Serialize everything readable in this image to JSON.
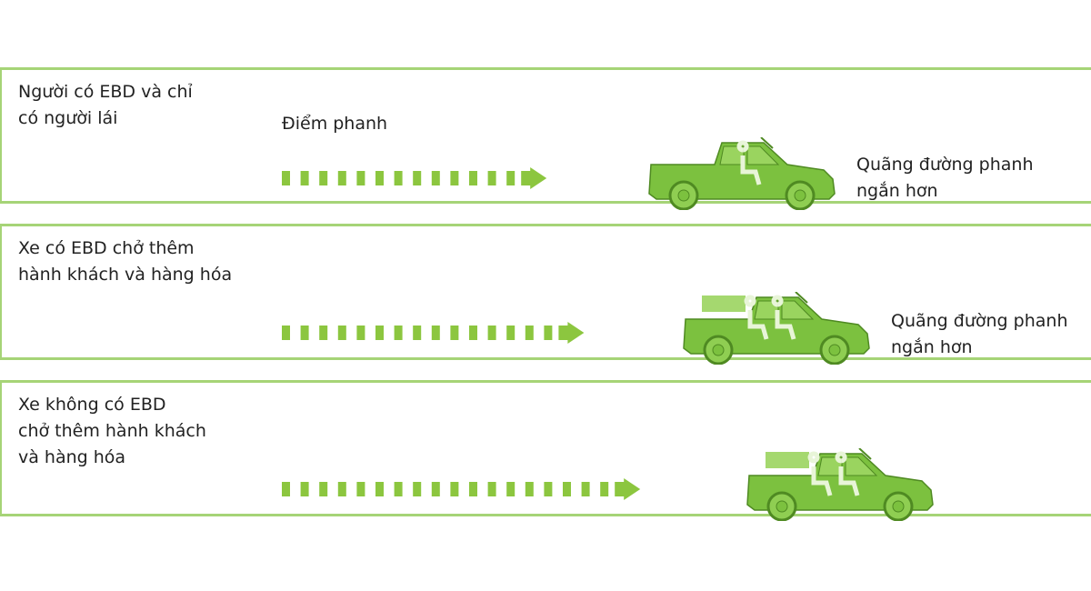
{
  "colors": {
    "line": "#a6d477",
    "arrow": "#8cc63f",
    "car": "#7cc13f",
    "car_dark": "#4f8a22"
  },
  "brake_point_label": "Điểm phanh",
  "rows": [
    {
      "label": "Người có EBD và chỉ\ncó người lái",
      "result": "Quãng đường phanh\nngắn hơn",
      "passengers": 1,
      "cargo": false,
      "dashes": 13
    },
    {
      "label": "Xe có EBD chở thêm\nhành khách và hàng hóa",
      "result": "Quãng đường phanh\nngắn hơn",
      "passengers": 2,
      "cargo": true,
      "dashes": 15
    },
    {
      "label": "Xe không có EBD\nchở thêm hành khách\nvà hàng hóa",
      "result": "",
      "passengers": 2,
      "cargo": true,
      "dashes": 18
    }
  ]
}
